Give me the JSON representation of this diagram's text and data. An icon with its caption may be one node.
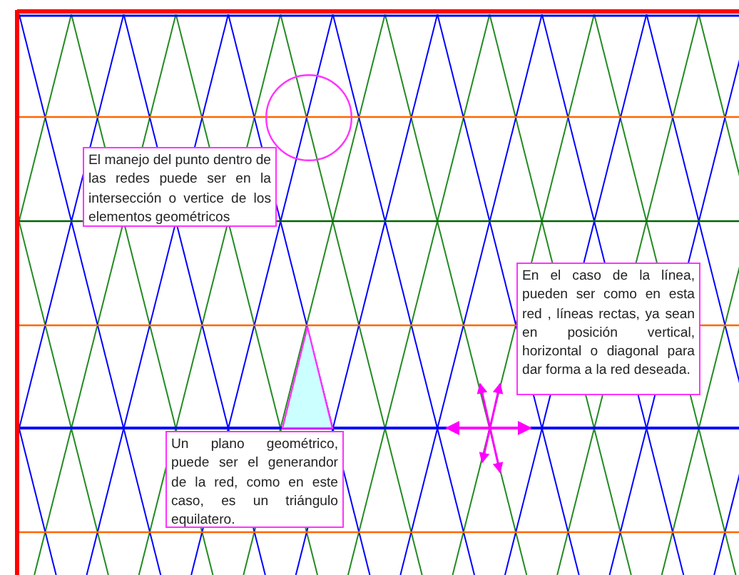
{
  "diagram": {
    "nodes": [
      {
        "text": [],
        "shape": "circle"
      },
      {
        "text": [
          "El manejo del punto dentro de las redes puede ser en la intersección o vertice de los elementos geométricos"
        ]
      },
      {
        "text": [
          "En el caso de la línea, pueden ser como en esta red , líneas rectas, ya sean en posición vertical, horizontal o diagonal para dar forma a la red deseada."
        ]
      },
      {
        "text": [],
        "shape": "triangle"
      },
      {
        "text": [
          "Un plano geométrico, puede ser el generandor de la red, como en este caso, es un triángulo equilatero."
        ]
      }
    ]
  }
}
